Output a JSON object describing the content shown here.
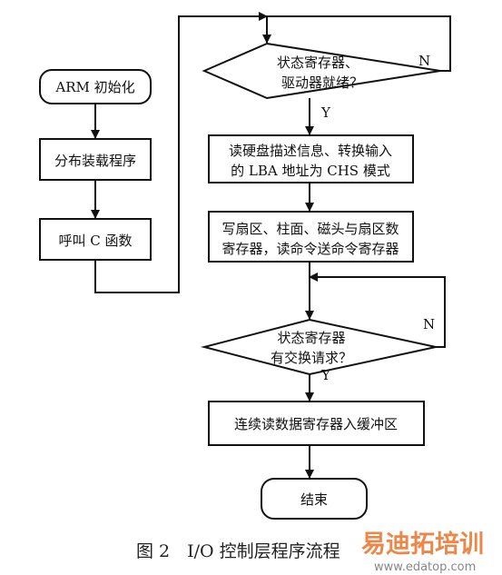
{
  "left_column": {
    "start": "ARM 初始化",
    "step1": "分布装载程序",
    "step2": "呼叫 C 函数"
  },
  "decision1": {
    "line1": "状态寄存器、",
    "line2": "驱动器就绪？",
    "yes": "Y",
    "no": "N"
  },
  "process1": {
    "line1": "读硬盘描述信息、转换输入",
    "line2": "的 LBA 地址为 CHS 模式"
  },
  "process2": {
    "line1": "写扇区、柱面、磁头与扇区数",
    "line2": "寄存器，读命令送命令寄存器"
  },
  "decision2": {
    "line1": "状态寄存器",
    "line2": "有交换请求？",
    "yes": "Y",
    "no": "N"
  },
  "process3": {
    "label": "连续读数据寄存器入缓冲区"
  },
  "end": {
    "label": "结束"
  },
  "caption": "图 2　I/O 控制层程序流程",
  "watermark": {
    "name": "易迪拓培训",
    "url": "www.edatop.com",
    "color": "#e8732a"
  }
}
